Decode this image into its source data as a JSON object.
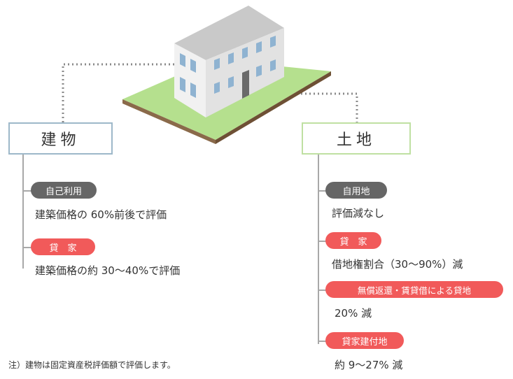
{
  "building": {
    "title": "建物",
    "items": [
      {
        "badge": "自己利用",
        "desc": "建築価格の 60%前後で評価"
      },
      {
        "badge": "貸　家",
        "desc": "建築価格の約 30〜40%で評価"
      }
    ]
  },
  "land": {
    "title": "土地",
    "items": [
      {
        "badge": "自用地",
        "desc": "評価減なし"
      },
      {
        "badge": "貸　家",
        "desc": "借地権割合（30〜90%）減"
      },
      {
        "badge": "無償返還・賃貸借による貸地",
        "desc": "20% 減"
      },
      {
        "badge": "貸家建付地",
        "desc": "約 9〜27% 減"
      }
    ]
  },
  "note": "注）建物は固定資産税評価額で評価します。",
  "colors": {
    "building_border": "#9db8c9",
    "land_border": "#bfe0a2",
    "badge_gray": "#666666",
    "badge_red": "#f15a5a",
    "lawn": "#b5e08e"
  }
}
